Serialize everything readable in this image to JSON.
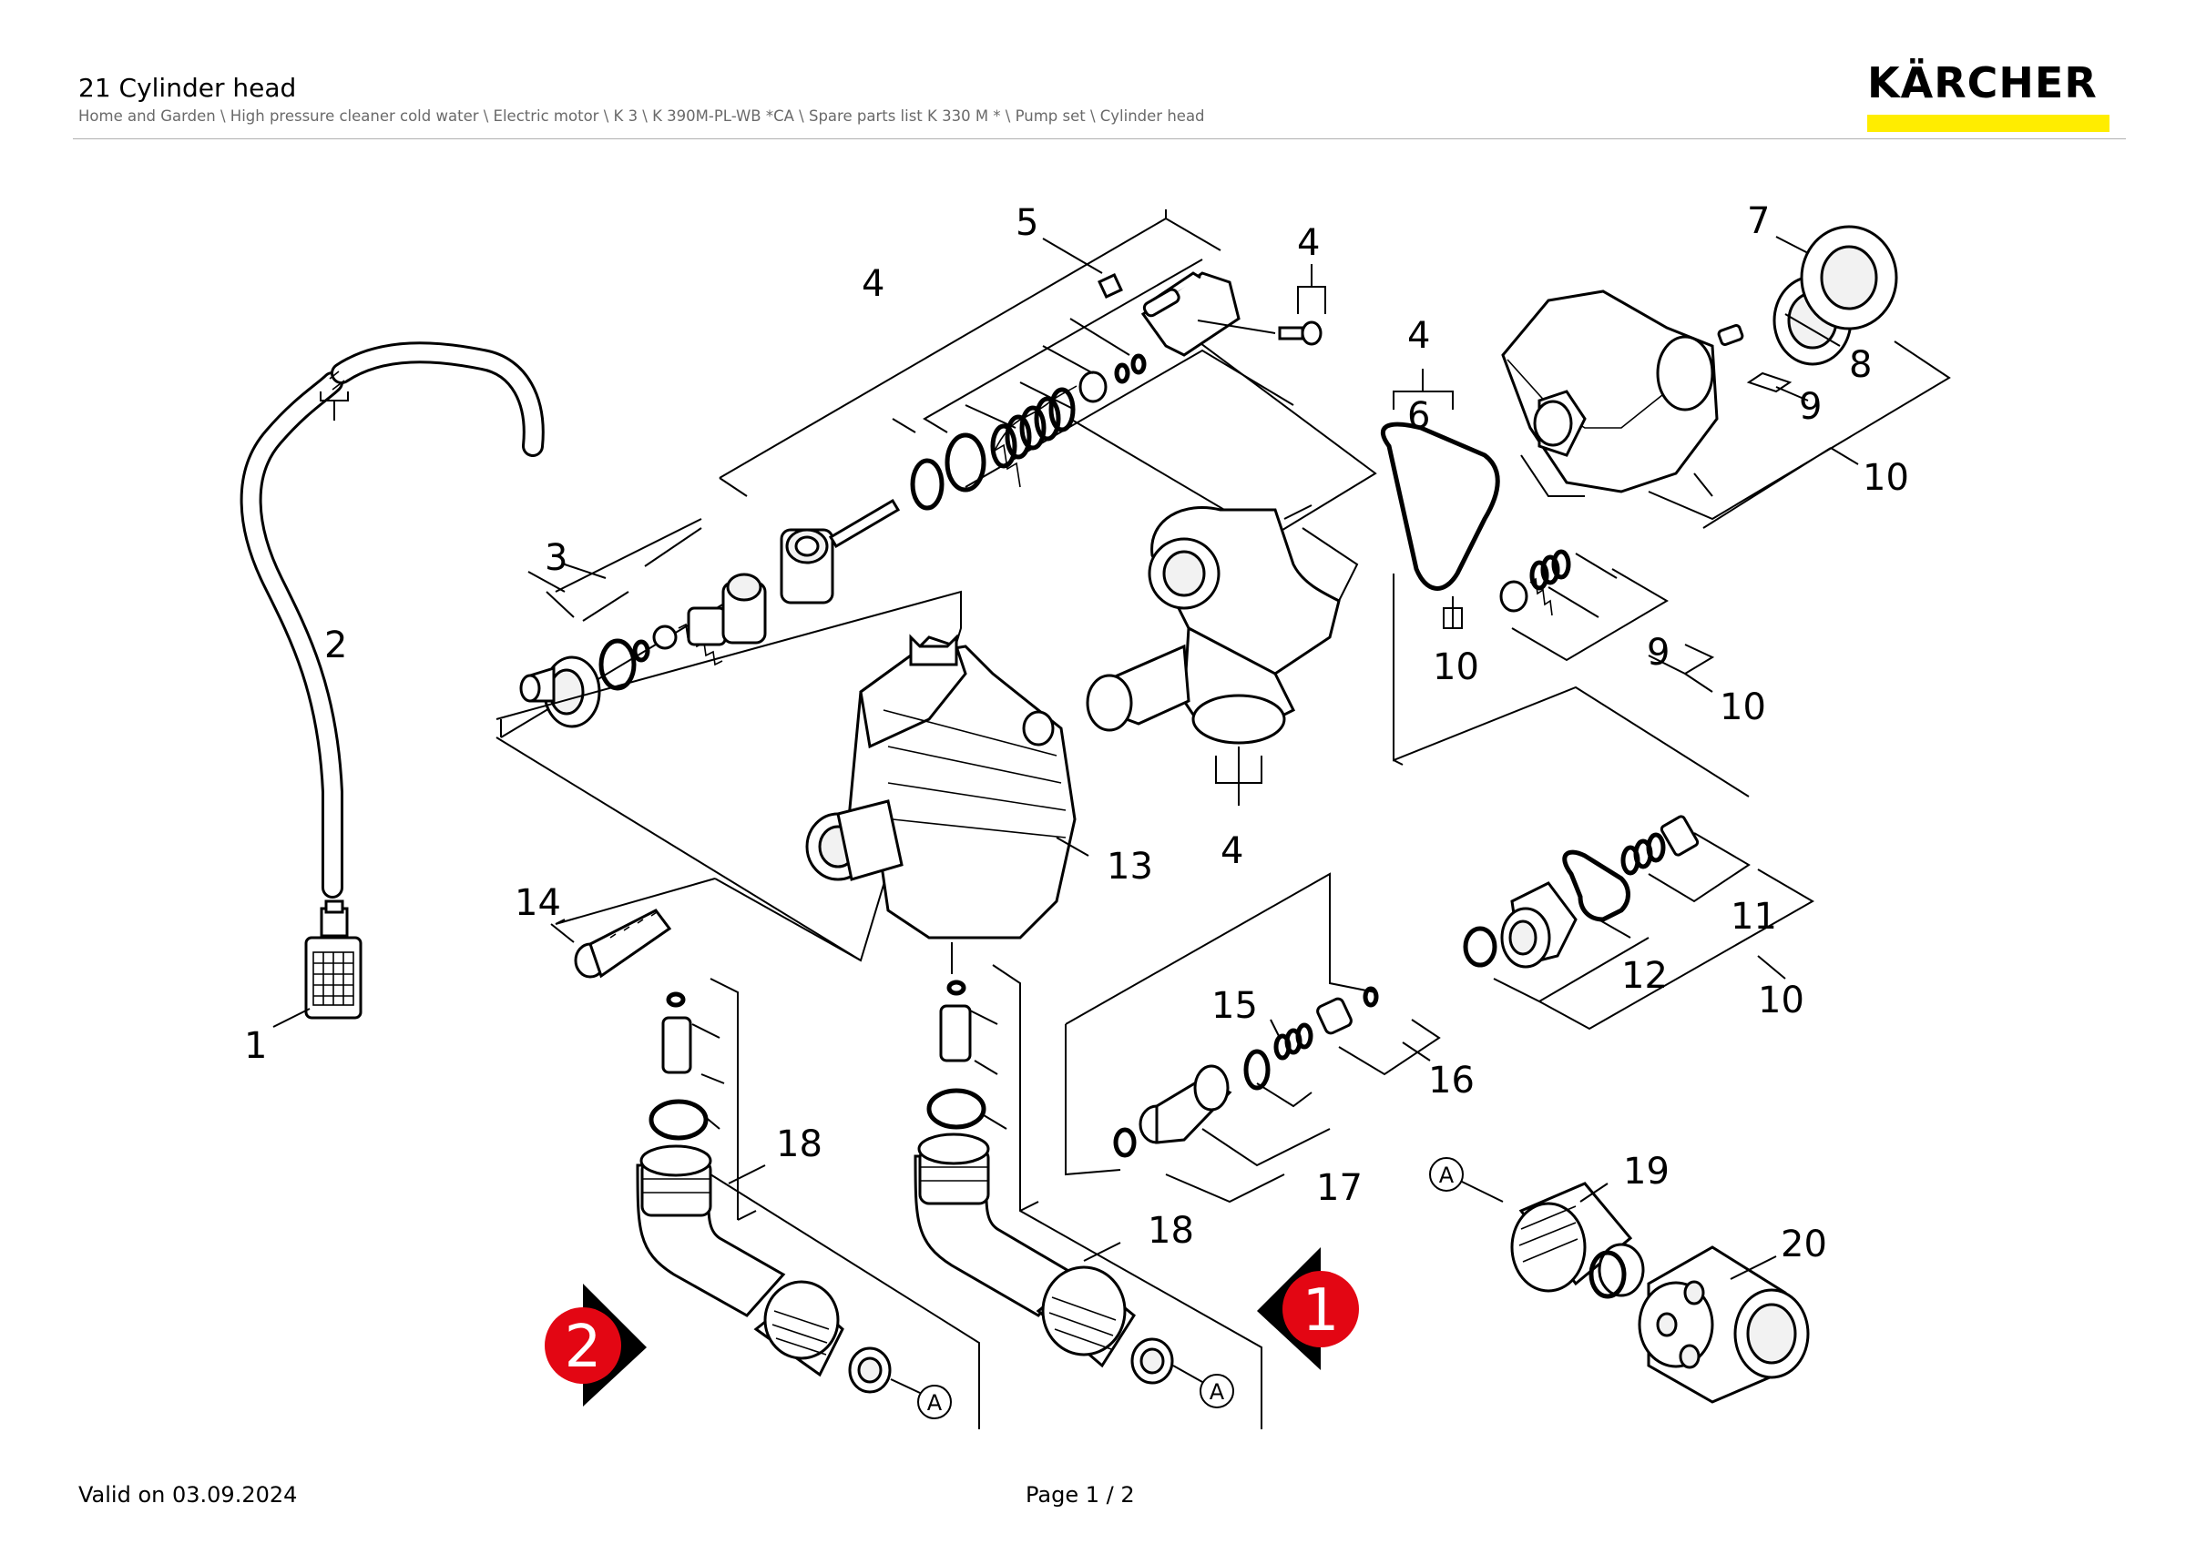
{
  "header": {
    "title": "21 Cylinder head",
    "breadcrumb": "Home and Garden \\ High pressure cleaner cold water \\ Electric motor \\ K 3 \\ K 390M-PL-WB *CA \\ Spare parts list K 330 M * \\ Pump set \\ Cylinder head"
  },
  "brand": {
    "logo_text": "KÄRCHER",
    "accent_color": "#ffed00"
  },
  "footer": {
    "valid": "Valid on 03.09.2024",
    "page": "Page 1 / 2"
  },
  "diagram": {
    "labels": [
      "1",
      "2",
      "3",
      "4",
      "4",
      "4",
      "4",
      "4",
      "5",
      "6",
      "7",
      "8",
      "9",
      "9",
      "10",
      "10",
      "10",
      "10",
      "10",
      "11",
      "12",
      "13",
      "14",
      "15",
      "16",
      "17",
      "18",
      "18",
      "19",
      "20"
    ],
    "connector_marker": "A",
    "badges": [
      "1",
      "2"
    ],
    "badge_color": "#e30613"
  }
}
